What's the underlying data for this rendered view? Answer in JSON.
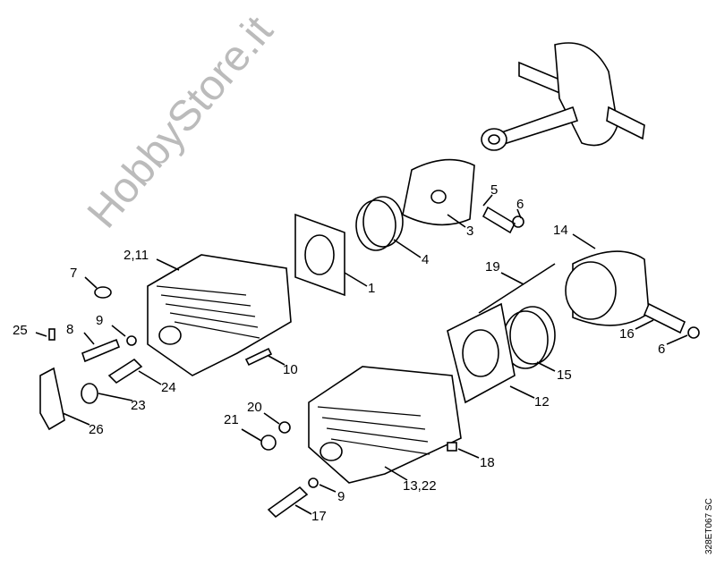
{
  "diagram": {
    "watermark": "HobbyStore.it",
    "drawing_code": "328ET067 SC",
    "labels": {
      "l1": "1",
      "l2_11": "2,11",
      "l3": "3",
      "l4": "4",
      "l5": "5",
      "l6a": "6",
      "l6b": "6",
      "l7": "7",
      "l8": "8",
      "l9a": "9",
      "l9b": "9",
      "l10": "10",
      "l12": "12",
      "l13_22": "13,22",
      "l14": "14",
      "l15": "15",
      "l16": "16",
      "l17": "17",
      "l18": "18",
      "l19": "19",
      "l20": "20",
      "l21": "21",
      "l23": "23",
      "l24": "24",
      "l25": "25",
      "l26": "26"
    }
  }
}
